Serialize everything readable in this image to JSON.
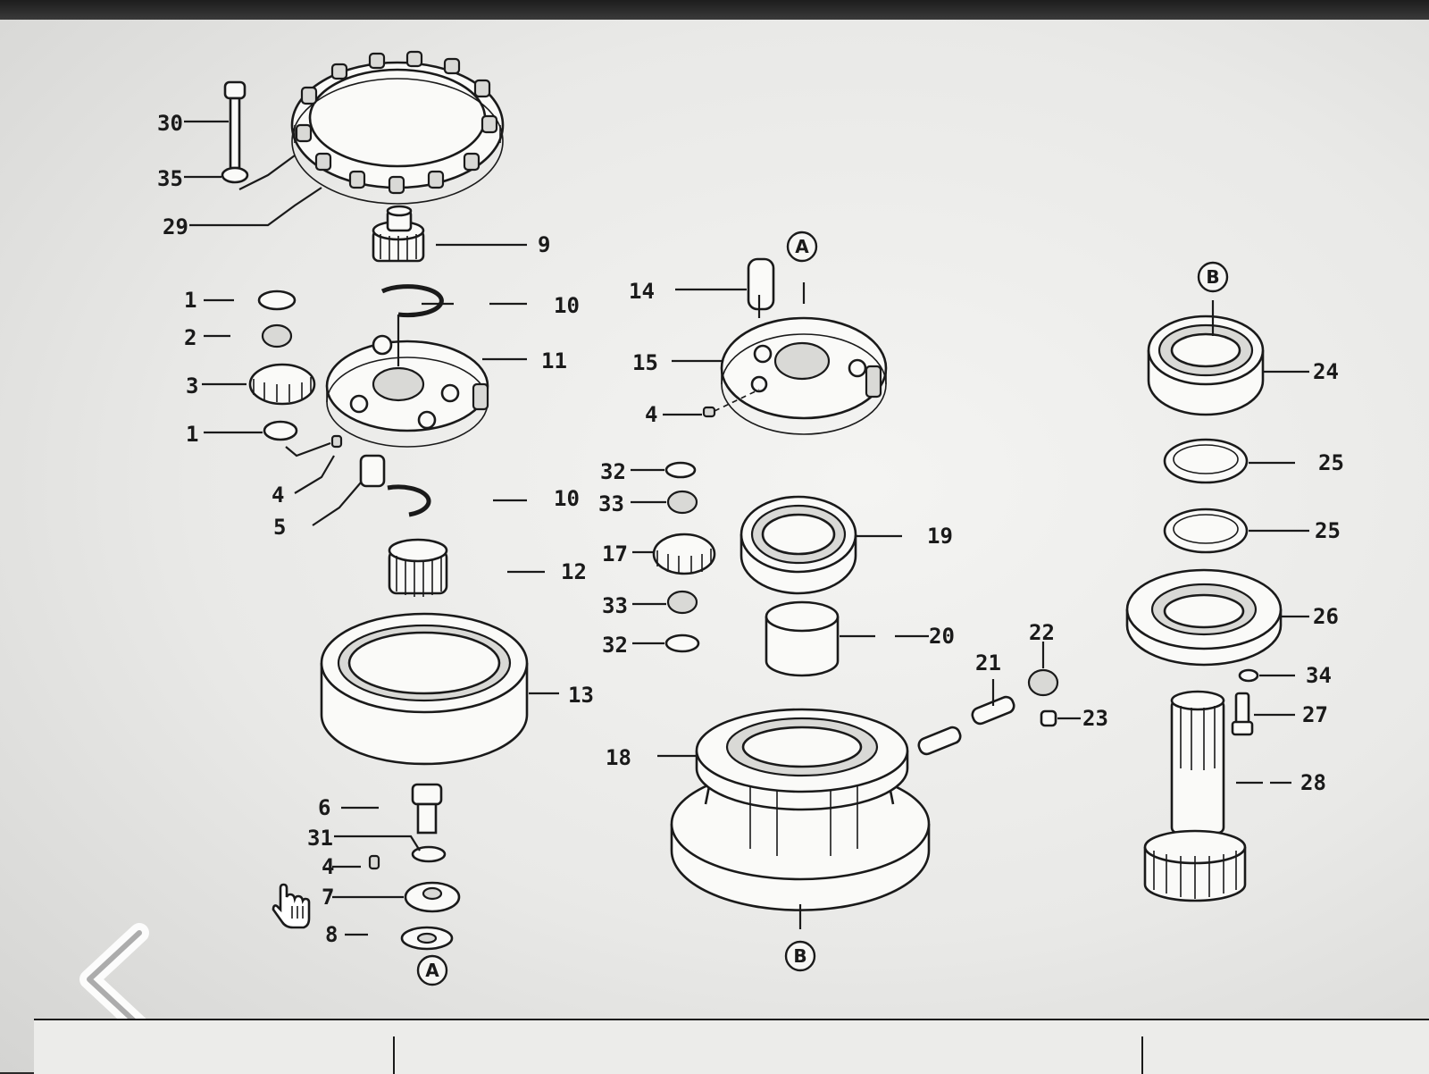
{
  "diagram": {
    "part_labels": {
      "l1a": "1",
      "l2": "2",
      "l3": "3",
      "l1b": "1",
      "l4a": "4",
      "l5": "5",
      "l30": "30",
      "l35": "35",
      "l29": "29",
      "l9": "9",
      "l10a": "10",
      "l11": "11",
      "l10b": "10",
      "l12": "12",
      "l13": "13",
      "l6": "6",
      "l31": "31",
      "l4b": "4",
      "l7": "7",
      "l8": "8",
      "l14": "14",
      "l15": "15",
      "l4c": "4",
      "l32a": "32",
      "l33a": "33",
      "l17": "17",
      "l33b": "33",
      "l32b": "32",
      "l19": "19",
      "l20": "20",
      "l18": "18",
      "l21": "21",
      "l22": "22",
      "l23": "23",
      "l24": "24",
      "l25a": "25",
      "l25b": "25",
      "l26": "26",
      "l34": "34",
      "l27": "27",
      "l28": "28"
    },
    "reference_markers": {
      "a_bottom": "A",
      "a_top": "A",
      "b_top": "B",
      "b_bottom": "B"
    }
  },
  "icons": {
    "hand_cursor": "pointing-hand-icon",
    "back_arrow": "chevron-left-icon"
  }
}
